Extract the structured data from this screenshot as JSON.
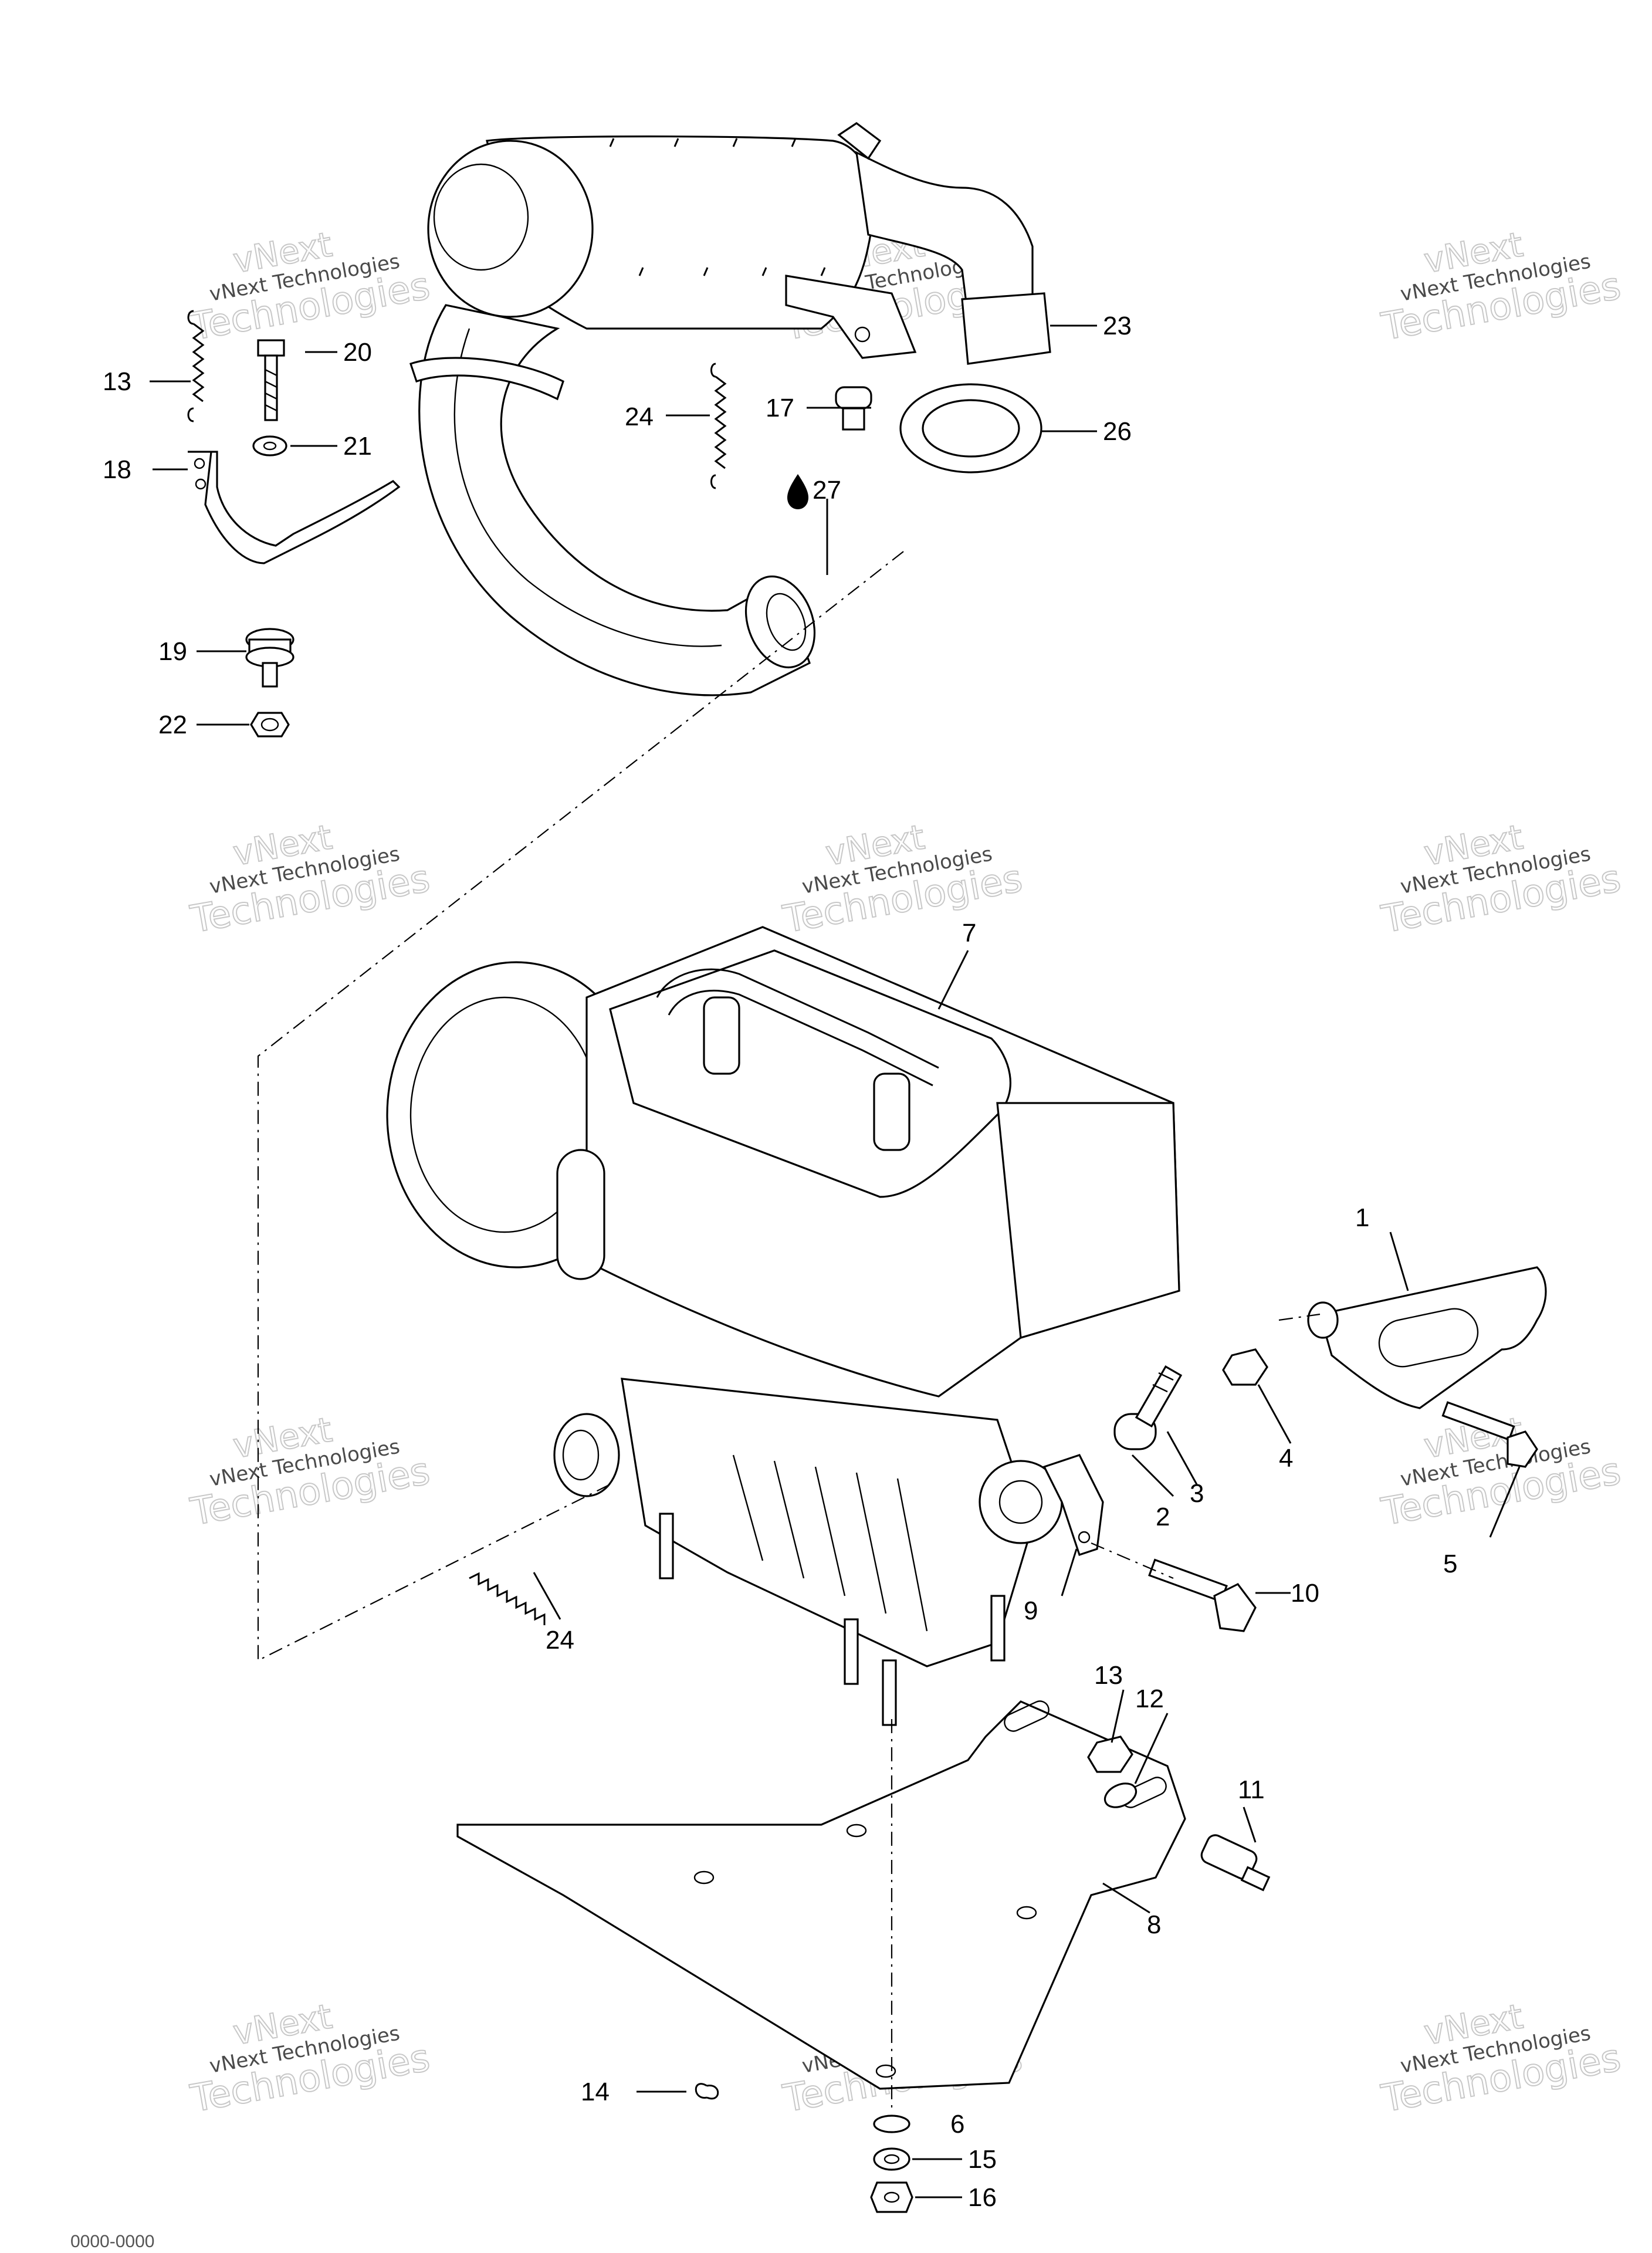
{
  "callouts": {
    "c1": "1",
    "c2": "2",
    "c3": "3",
    "c4": "4",
    "c5": "5",
    "c6": "6",
    "c7": "7",
    "c8": "8",
    "c9": "9",
    "c10": "10",
    "c11": "11",
    "c12": "12",
    "c13a": "13",
    "c13b": "13",
    "c14": "14",
    "c15": "15",
    "c16": "16",
    "c17": "17",
    "c18": "18",
    "c19": "19",
    "c20": "20",
    "c21": "21",
    "c22": "22",
    "c23": "23",
    "c24a": "24",
    "c24b": "24",
    "c26": "26",
    "c27": "27"
  },
  "watermark": {
    "line1": "vNext",
    "line2": "vNext Technologies",
    "line3": "Technologies"
  },
  "footer": {
    "code": "0000-0000"
  },
  "icons": {
    "lubricant": "oil-drop-icon"
  }
}
